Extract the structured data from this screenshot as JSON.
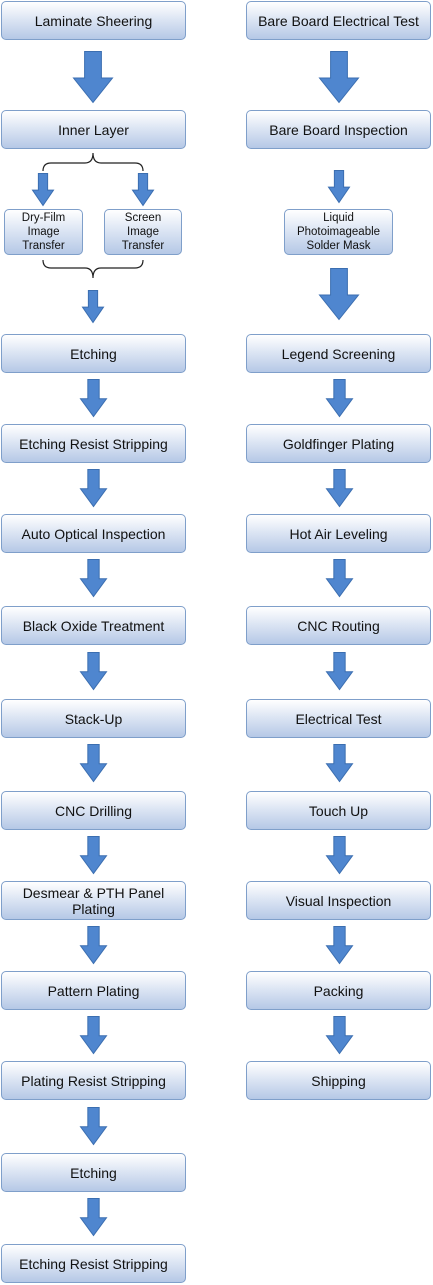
{
  "colors": {
    "arrow_fill": "#4f86cf",
    "arrow_stroke": "#3b6eb0",
    "box_border": "#7f9fca",
    "brace": "#222222"
  },
  "left_column": [
    "Laminate Sheering",
    "Inner Layer",
    "Etching",
    "Etching Resist Stripping",
    "Auto Optical Inspection",
    "Black Oxide Treatment",
    "Stack-Up",
    "CNC Drilling",
    "Desmear & PTH Panel Plating",
    "Pattern Plating",
    "Plating Resist Stripping",
    "Etching",
    "Etching Resist Stripping"
  ],
  "inner_layer_branches": [
    "Dry-Film Image Transfer",
    "Screen Image Transfer"
  ],
  "right_column": [
    "Bare Board Electrical Test",
    "Bare Board Inspection",
    "Liquid Photoimageable Solder Mask",
    "Legend Screening",
    "Goldfinger Plating",
    "Hot Air Leveling",
    "CNC Routing",
    "Electrical Test",
    "Touch Up",
    "Visual Inspection",
    "Packing",
    "Shipping"
  ]
}
